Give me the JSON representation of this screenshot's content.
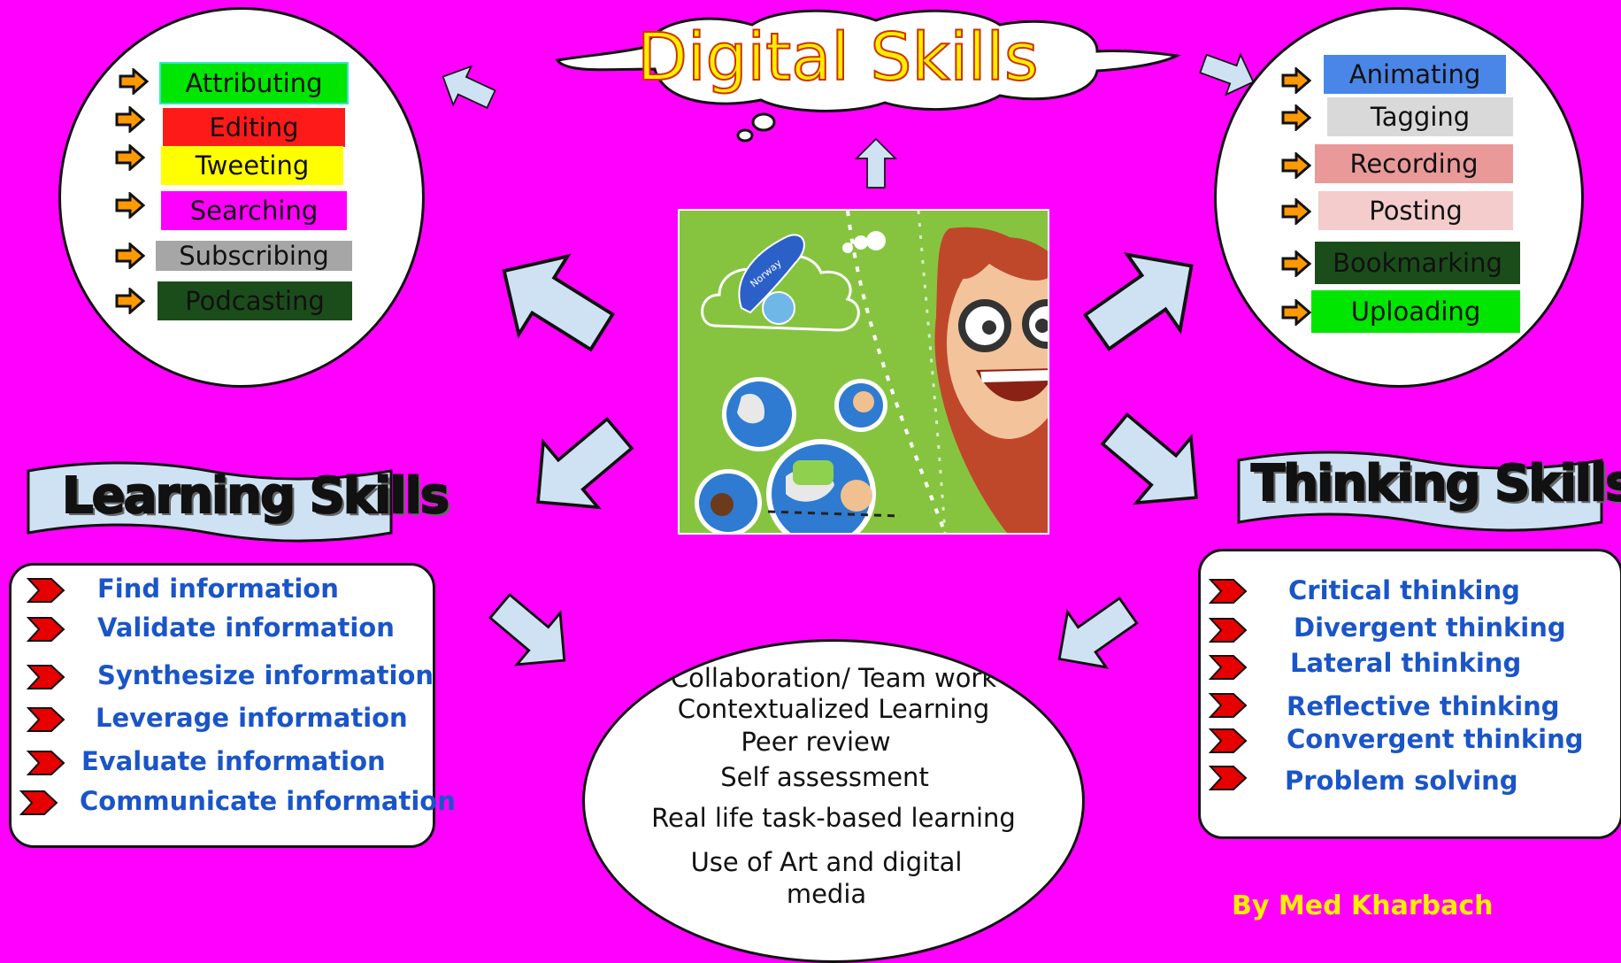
{
  "title": "Digital Skills",
  "left_circle": {
    "items": [
      {
        "label": "Attributing",
        "color": "#00e600"
      },
      {
        "label": "Editing",
        "color": "#ff1a1a"
      },
      {
        "label": "Tweeting",
        "color": "#ffff00"
      },
      {
        "label": "Searching",
        "color": "#ff00ff"
      },
      {
        "label": "Subscribing",
        "color": "#a6a6a6"
      },
      {
        "label": "Podcasting",
        "color": "#1b4d1b"
      }
    ]
  },
  "right_circle": {
    "items": [
      {
        "label": "Animating",
        "color": "#4a86e8"
      },
      {
        "label": "Tagging",
        "color": "#d9d9d9"
      },
      {
        "label": "Recording",
        "color": "#ea9999"
      },
      {
        "label": "Posting",
        "color": "#f4cccc"
      },
      {
        "label": "Bookmarking",
        "color": "#1b4d1b"
      },
      {
        "label": "Uploading",
        "color": "#00e600"
      }
    ]
  },
  "learning_skills": {
    "title": "Learning Skills",
    "items": [
      "Find information",
      "Validate information",
      "Synthesize information",
      "Leverage information",
      "Evaluate information",
      "Communicate information"
    ]
  },
  "thinking_skills": {
    "title": "Thinking Skills",
    "items": [
      "Critical thinking",
      "Divergent thinking",
      "Lateral thinking",
      "Reflective thinking",
      "Convergent thinking",
      "Problem solving"
    ]
  },
  "center_oval": {
    "lines": [
      "Collaboration/ Team work",
      "Contextualized Learning",
      "Peer review",
      "Self assessment",
      "Real life task-based learning",
      "Use of Art and digital",
      "media"
    ]
  },
  "center_image": {
    "map_label": "Norway"
  },
  "author": "By Med Kharbach",
  "colors": {
    "background": "#ff00ff",
    "arrow_fill": "#cfe2f3",
    "bullet_orange": "#ff9900",
    "chevron_red": "#e60000",
    "list_text": "#1a55c8",
    "title_yellow": "#ffee00",
    "author_yellow": "#ffee00"
  }
}
